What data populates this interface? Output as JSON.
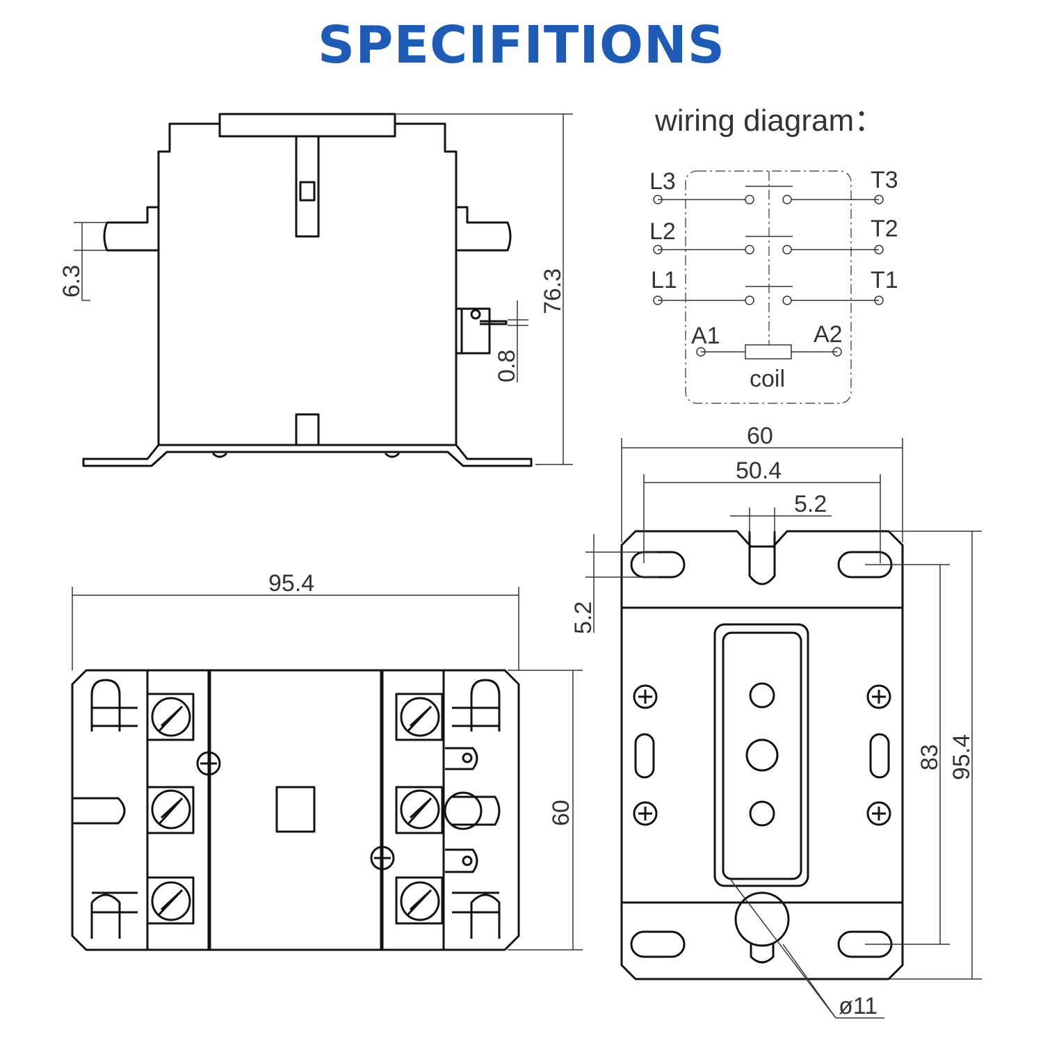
{
  "title": "SPECIFITIONS",
  "wiring": {
    "heading": "wiring diagram：",
    "L3": "L3",
    "L2": "L2",
    "L1": "L1",
    "T3": "T3",
    "T2": "T2",
    "T1": "T1",
    "A1": "A1",
    "A2": "A2",
    "coil": "coil"
  },
  "dimensions": {
    "side_terminal": "6.3",
    "side_height": "76.3",
    "side_tab": "0.8",
    "top_width": "95.4",
    "top_height": "60",
    "base_width": "60",
    "base_hole_span": "50.4",
    "base_slot": "5.2",
    "base_slot_height": "5.2",
    "base_inner_height": "83",
    "base_height": "95.4",
    "base_hole_dia": "ø11"
  }
}
